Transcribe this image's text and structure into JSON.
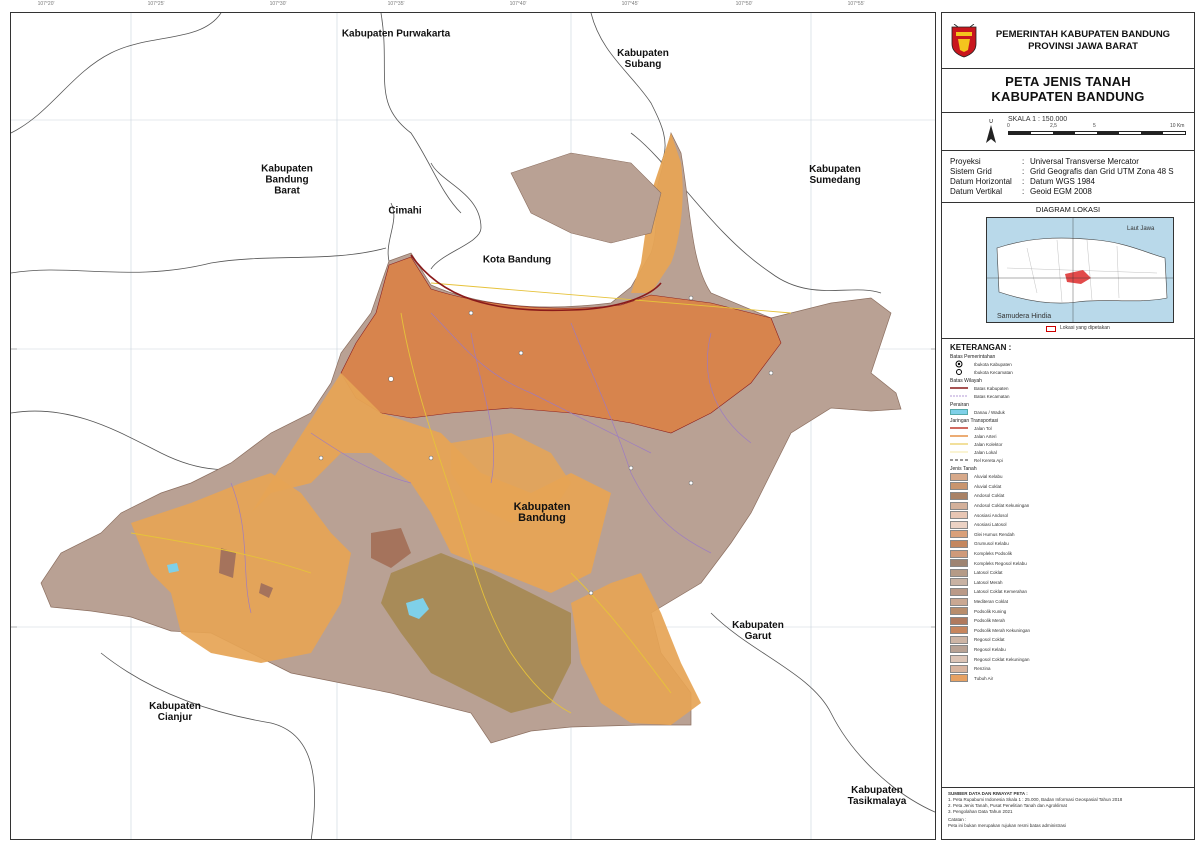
{
  "header": {
    "line1": "PEMERINTAH KABUPATEN BANDUNG",
    "line2": "PROVINSI JAWA BARAT"
  },
  "title": {
    "line1": "PETA JENIS TANAH",
    "line2": "KABUPATEN BANDUNG"
  },
  "scale": {
    "label": "SKALA 1 : 150.000",
    "ticks": [
      "0",
      "2,5",
      "5",
      "10 Km"
    ]
  },
  "projection": [
    {
      "key": "Proyeksi",
      "value": "Universal Transverse Mercator"
    },
    {
      "key": "Sistem Grid",
      "value": "Grid Geografis dan Grid UTM Zona 48 S"
    },
    {
      "key": "Datum Horizontal",
      "value": "Datum WGS 1984"
    },
    {
      "key": "Datum Vertikal",
      "value": "Geoid EGM 2008"
    }
  ],
  "location_diagram": {
    "title": "DIAGRAM LOKASI",
    "sea_north": "Laut Jawa",
    "sea_south": "Samudera Hindia",
    "legend": "Lokasi yang dipetakan"
  },
  "legend": {
    "title": "KETERANGAN :",
    "groups": [
      {
        "name": "Batas Pemerintahan",
        "items": [
          "Ibukota Kabupaten",
          "Ibukota Kecamatan"
        ]
      },
      {
        "name": "Batas Wilayah",
        "items": [
          "Batas Kabupaten",
          "Batas Kecamatan"
        ]
      },
      {
        "name": "Perairan",
        "items": [
          "Danau / Waduk"
        ]
      },
      {
        "name": "Jaringan Transportasi",
        "items": [
          "Jalan Tol",
          "Jalan Arteri",
          "Jalan Kolektor",
          "Jalan Lokal",
          "Rel Kereta Api"
        ]
      }
    ],
    "soil_title": "Jenis Tanah",
    "soils": [
      {
        "label": "Aluvial Kelabu",
        "color": "#d7a98a"
      },
      {
        "label": "Aluvial Coklat",
        "color": "#c9956e"
      },
      {
        "label": "Andosol Coklat",
        "color": "#a98266"
      },
      {
        "label": "Andosol Coklat Kekuningan",
        "color": "#d3b09a"
      },
      {
        "label": "Asosiasi Andosol",
        "color": "#e8c6b4"
      },
      {
        "label": "Asosiasi Latosol",
        "color": "#ecd2c4"
      },
      {
        "label": "Glei Humus Rendah",
        "color": "#d9a07a"
      },
      {
        "label": "Grumusol Kelabu",
        "color": "#c4875f"
      },
      {
        "label": "Kompleks Podsolik",
        "color": "#cf9a7a"
      },
      {
        "label": "Kompleks Regosol Kelabu",
        "color": "#9e8472"
      },
      {
        "label": "Latosol Coklat",
        "color": "#b59b87"
      },
      {
        "label": "Latosol Merah",
        "color": "#c8b2a3"
      },
      {
        "label": "Latosol Coklat Kemerahan",
        "color": "#ba9a88"
      },
      {
        "label": "Mediteran Coklat",
        "color": "#caa892"
      },
      {
        "label": "Podsolik Kuning",
        "color": "#b88d6c"
      },
      {
        "label": "Podsolik Merah",
        "color": "#b07a5e"
      },
      {
        "label": "Podsolik Merah Kekuningan",
        "color": "#c7865e"
      },
      {
        "label": "Regosol Coklat",
        "color": "#cdb5a5"
      },
      {
        "label": "Regosol Kelabu",
        "color": "#b8a294"
      },
      {
        "label": "Regosol Coklat Kekuningan",
        "color": "#dcc5b7"
      },
      {
        "label": "Renzina",
        "color": "#d8b5a0"
      },
      {
        "label": "Tubuh Air",
        "color": "#e6a163"
      }
    ]
  },
  "source": {
    "title": "SUMBER DATA DAN RIWAYAT PETA :",
    "lines": [
      "1. Peta Rupabumi Indonesia Skala 1 : 25.000, Badan Informasi Geospasial Tahun 2018",
      "2. Peta Jenis Tanah, Pusat Penelitian Tanah dan Agroklimat",
      "3. Pengolahan Data Tahun 2021"
    ],
    "note_title": "Catatan :",
    "note": "Peta ini bukan merupakan rujukan resmi batas administrasi"
  },
  "map_labels": {
    "neighbors": [
      {
        "text": "Kabupaten Purwakarta"
      },
      {
        "text": "Kabupaten Subang"
      },
      {
        "text": "Kabupaten Bandung Barat"
      },
      {
        "text": "Kabupaten Sumedang"
      },
      {
        "text": "Cimahi"
      },
      {
        "text": "Kota Bandung"
      },
      {
        "text": "Kabupaten Garut"
      },
      {
        "text": "Kabupaten Cianjur"
      },
      {
        "text": "Kabupaten Tasikmalaya"
      }
    ],
    "center": "Kabupaten Bandung"
  },
  "colors": {
    "orange": "#e6a455",
    "brown": "#b9a194",
    "red": "#d9834a",
    "olive": "#a4874e",
    "darkbrown": "#a5735c",
    "water": "#7fd0e8",
    "boundary": "#8a1a1a",
    "road": "#e6c23a",
    "admin": "#9a78c8"
  }
}
